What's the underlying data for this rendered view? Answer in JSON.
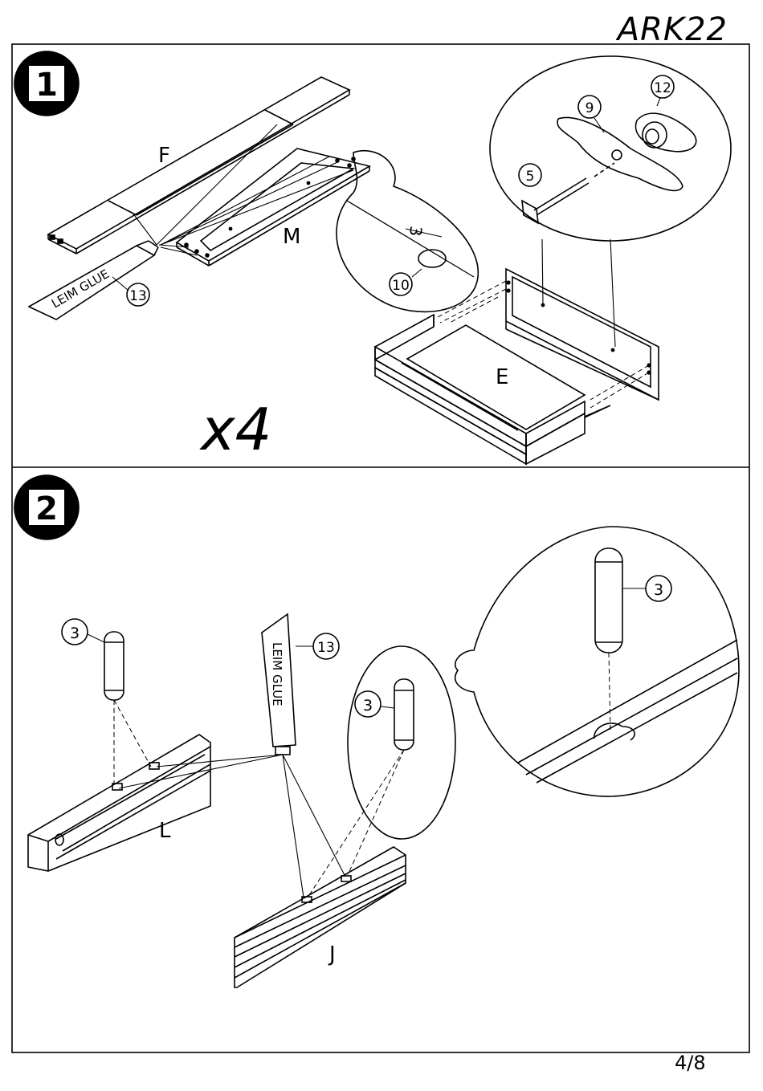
{
  "document": {
    "model": "ARK22",
    "page": "4/8"
  },
  "step1": {
    "number": "1",
    "quantity": "x4",
    "labels": {
      "F": "F",
      "M": "M",
      "E": "E"
    },
    "parts": {
      "p5": "5",
      "p9": "9",
      "p10": "10",
      "p12": "12",
      "p13": "13"
    },
    "dimension": "3",
    "glue_text": "LEIM GLUE"
  },
  "step2": {
    "number": "2",
    "labels": {
      "L": "L",
      "J": "J"
    },
    "parts": {
      "p3a": "3",
      "p3b": "3",
      "p3c": "3",
      "p13": "13"
    },
    "glue_text": "LEIM GLUE"
  }
}
